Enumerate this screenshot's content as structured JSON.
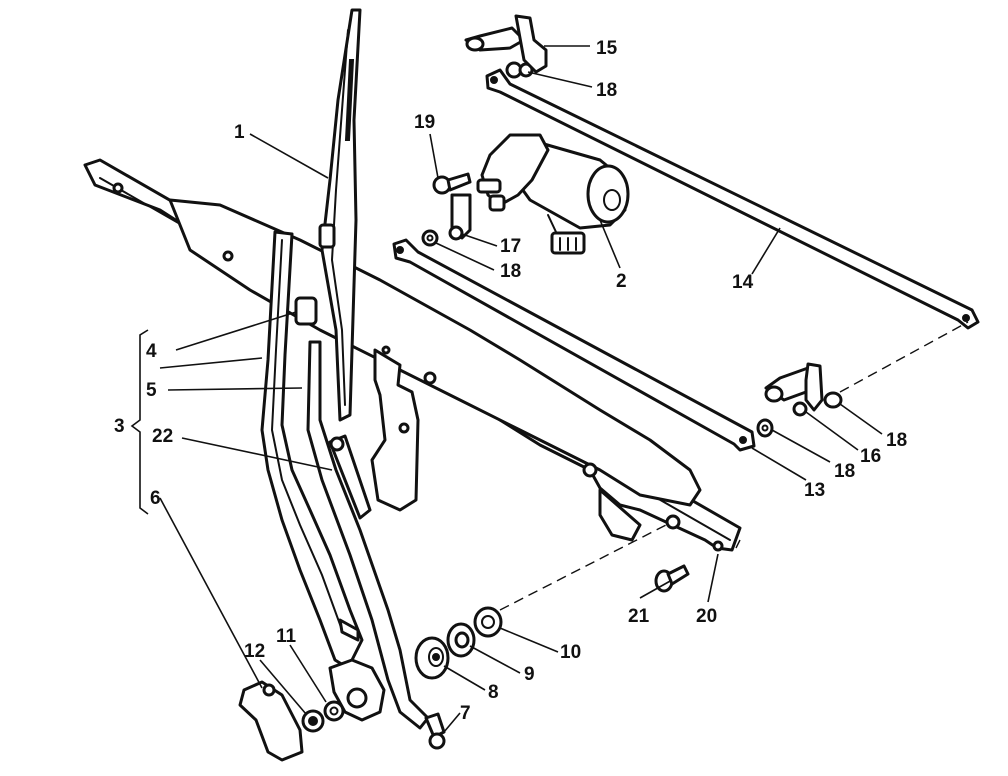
{
  "callouts": [
    "1",
    "2",
    "3",
    "4",
    "5",
    "6",
    "7",
    "8",
    "9",
    "10",
    "11",
    "12",
    "13",
    "14",
    "15",
    "16",
    "17",
    "18",
    "19",
    "20",
    "21",
    "22"
  ],
  "colors": {
    "ink": "#111111",
    "paper": "#ffffff"
  }
}
